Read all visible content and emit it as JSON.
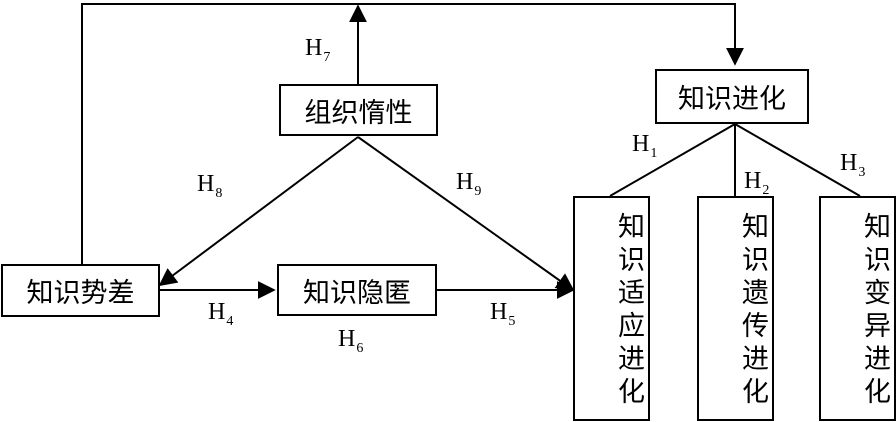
{
  "nodes": {
    "knowledge_gap": "知识势差",
    "knowledge_hiding": "知识隐匿",
    "org_inertia": "组织惰性",
    "knowledge_evolution": "知识进化",
    "adaptive_evolution": "知识适应进化",
    "genetic_evolution": "知识遗传进化",
    "variation_evolution": "知识变异进化"
  },
  "hypotheses": {
    "h1": {
      "main": "H",
      "sub": "1"
    },
    "h2": {
      "main": "H",
      "sub": "2"
    },
    "h3": {
      "main": "H",
      "sub": "3"
    },
    "h4": {
      "main": "H",
      "sub": "4"
    },
    "h5": {
      "main": "H",
      "sub": "5"
    },
    "h6": {
      "main": "H",
      "sub": "6"
    },
    "h7": {
      "main": "H",
      "sub": "7"
    },
    "h8": {
      "main": "H",
      "sub": "8"
    },
    "h9": {
      "main": "H",
      "sub": "9"
    }
  }
}
